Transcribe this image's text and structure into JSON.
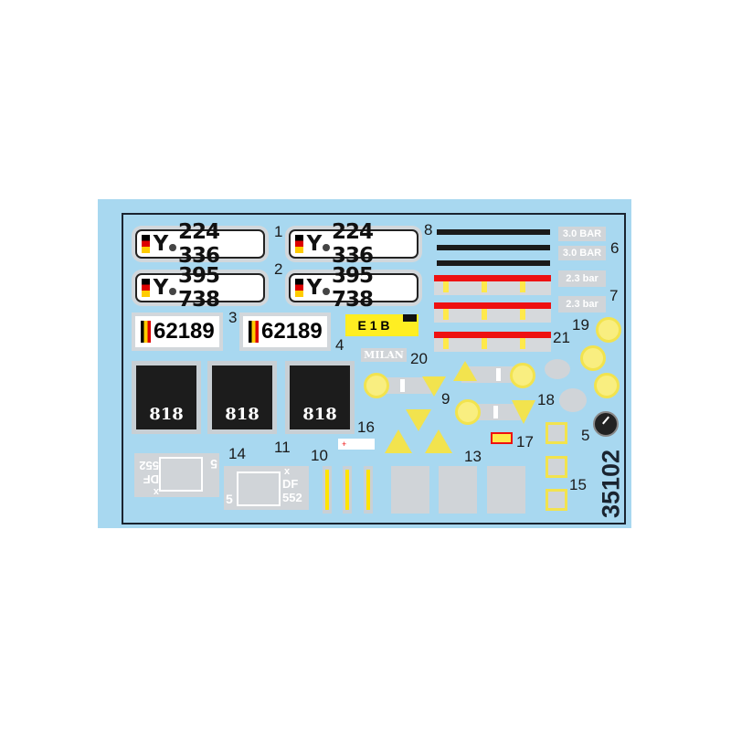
{
  "sheet_number": "35102",
  "plates": {
    "a": "Y",
    "n1": "224 336",
    "n2": "395 738",
    "mil": "62189"
  },
  "tags": {
    "e1b": "E 1 B",
    "milan": "MILAN",
    "box": "818",
    "bar30": "3.0 BAR",
    "bar23": "2.3 bar",
    "x": "x",
    "df": "DF",
    "n552": "552",
    "five": "5"
  },
  "numbers": [
    "1",
    "2",
    "3",
    "4",
    "5",
    "6",
    "7",
    "8",
    "9",
    "10",
    "11",
    "13",
    "14",
    "15",
    "16",
    "17",
    "18",
    "19",
    "20",
    "21"
  ],
  "colors": {
    "sheet": "#a8d8f0",
    "yellow": "#f2e34e",
    "red": "#e11111"
  }
}
